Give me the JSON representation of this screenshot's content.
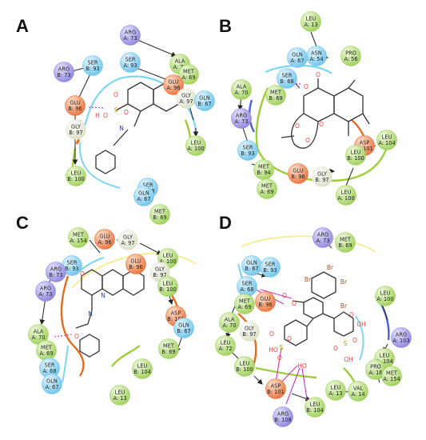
{
  "colors": {
    "acidic": "#e8743e",
    "basic": "#8e86dd",
    "polar": "#6ec4ec",
    "hydrophobic": "#9fd05a",
    "glycine": "#e7ebd6",
    "oxygen": "#ff3b3b",
    "nitrogen": "#2b3fc9",
    "bond": "#333333",
    "hbond": "#cc33cc",
    "pocket_cyan": "#7fd6f0",
    "pocket_green": "#9fcc3a",
    "pocket_orange": "#e86a1f",
    "pocket_blue": "#4a5de8"
  },
  "panels": [
    {
      "letter": "A",
      "residues": [
        {
          "name": "ARG",
          "num": "B: 73",
          "type": "basic"
        },
        {
          "name": "SER",
          "num": "B: 93",
          "type": "polar"
        },
        {
          "name": "GLU",
          "num": "B: 96",
          "type": "acidic"
        },
        {
          "name": "GLY",
          "num": "B: 97",
          "type": "glycine"
        },
        {
          "name": "LEU",
          "num": "B: 100",
          "type": "hydrophobic"
        },
        {
          "name": "ARG",
          "num": "A: 73",
          "type": "basic"
        },
        {
          "name": "SER",
          "num": "A: 93",
          "type": "polar"
        },
        {
          "name": "ALA",
          "num": "A: 70",
          "type": "hydrophobic"
        },
        {
          "name": "MET",
          "num": "A: 69",
          "type": "hydrophobic"
        },
        {
          "name": "GLU",
          "num": "A: 96",
          "type": "acidic"
        },
        {
          "name": "GLY",
          "num": "A: 97",
          "type": "glycine"
        },
        {
          "name": "GLN",
          "num": "B: 67",
          "type": "polar"
        },
        {
          "name": "LEU",
          "num": "A: 100",
          "type": "hydrophobic"
        },
        {
          "name": "MET",
          "num": "B: 69",
          "type": "hydrophobic"
        },
        {
          "name": "SER",
          "num": "B: 68",
          "type": "polar"
        },
        {
          "name": "GLN",
          "num": "A: 67",
          "type": "polar"
        }
      ]
    },
    {
      "letter": "B",
      "residues": [
        {
          "name": "LEU",
          "num": "A: 13",
          "type": "hydrophobic"
        },
        {
          "name": "ASN",
          "num": "A: 54",
          "type": "polar"
        },
        {
          "name": "GLN",
          "num": "A: 67",
          "type": "polar"
        },
        {
          "name": "PRO",
          "num": "A: 56",
          "type": "hydrophobic"
        },
        {
          "name": "SER",
          "num": "B: 68",
          "type": "polar"
        },
        {
          "name": "MET",
          "num": "B: 69",
          "type": "hydrophobic"
        },
        {
          "name": "ALA",
          "num": "A: 70",
          "type": "hydrophobic"
        },
        {
          "name": "ARG",
          "num": "A: 73",
          "type": "basic"
        },
        {
          "name": "SER",
          "num": "B: 93",
          "type": "polar"
        },
        {
          "name": "MET",
          "num": "B: 94",
          "type": "hydrophobic"
        },
        {
          "name": "MET",
          "num": "A: 69",
          "type": "hydrophobic"
        },
        {
          "name": "GLU",
          "num": "B: 96",
          "type": "acidic"
        },
        {
          "name": "GLY",
          "num": "B: 97",
          "type": "glycine"
        },
        {
          "name": "ASP",
          "num": "B: 101",
          "type": "acidic"
        },
        {
          "name": "LEU",
          "num": "A: 104",
          "type": "hydrophobic"
        },
        {
          "name": "LEU",
          "num": "B: 100",
          "type": "hydrophobic"
        },
        {
          "name": "LEU",
          "num": "A: 100",
          "type": "hydrophobic"
        }
      ]
    },
    {
      "letter": "C",
      "residues": [
        {
          "name": "MET",
          "num": "A: 154",
          "type": "hydrophobic"
        },
        {
          "name": "GLU",
          "num": "A: 96",
          "type": "acidic"
        },
        {
          "name": "GLY",
          "num": "A: 97",
          "type": "glycine"
        },
        {
          "name": "LEU",
          "num": "A: 100",
          "type": "hydrophobic"
        },
        {
          "name": "SER",
          "num": "B: 93",
          "type": "polar"
        },
        {
          "name": "GLU",
          "num": "B: 96",
          "type": "acidic"
        },
        {
          "name": "GLY",
          "num": "B: 97",
          "type": "glycine"
        },
        {
          "name": "ARG",
          "num": "B: 73",
          "type": "basic"
        },
        {
          "name": "ARG",
          "num": "A: 73",
          "type": "basic"
        },
        {
          "name": "LEU",
          "num": "B: 100",
          "type": "hydrophobic"
        },
        {
          "name": "ASP",
          "num": "B: 101",
          "type": "acidic"
        },
        {
          "name": "GLN",
          "num": "B: 67",
          "type": "polar"
        },
        {
          "name": "ALA",
          "num": "A: 70",
          "type": "hydrophobic"
        },
        {
          "name": "MET",
          "num": "A: 69",
          "type": "hydrophobic"
        },
        {
          "name": "MET",
          "num": "B: 69",
          "type": "hydrophobic"
        },
        {
          "name": "SER",
          "num": "A: 68",
          "type": "polar"
        },
        {
          "name": "GLN",
          "num": "A: 67",
          "type": "polar"
        },
        {
          "name": "LEU",
          "num": "B: 104",
          "type": "hydrophobic"
        },
        {
          "name": "LEU",
          "num": "A: 13",
          "type": "hydrophobic"
        }
      ]
    },
    {
      "letter": "D",
      "residues": [
        {
          "name": "ARG",
          "num": "A: 73",
          "type": "basic"
        },
        {
          "name": "MET",
          "num": "B: 69",
          "type": "hydrophobic"
        },
        {
          "name": "GLN",
          "num": "B: 67",
          "type": "polar"
        },
        {
          "name": "SER",
          "num": "B: 93",
          "type": "polar"
        },
        {
          "name": "SER",
          "num": "A: 68",
          "type": "polar"
        },
        {
          "name": "MET",
          "num": "A: 69",
          "type": "hydrophobic"
        },
        {
          "name": "GLU",
          "num": "B: 96",
          "type": "acidic"
        },
        {
          "name": "ALA",
          "num": "A: 70",
          "type": "hydrophobic"
        },
        {
          "name": "GLY",
          "num": "B: 97",
          "type": "glycine"
        },
        {
          "name": "LEU",
          "num": "A: 72",
          "type": "hydrophobic"
        },
        {
          "name": "LEU",
          "num": "B: 100",
          "type": "hydrophobic"
        },
        {
          "name": "ASP",
          "num": "B: 101",
          "type": "acidic"
        },
        {
          "name": "ARG",
          "num": "B: 108",
          "type": "basic"
        },
        {
          "name": "LEU",
          "num": "B: 104",
          "type": "hydrophobic"
        },
        {
          "name": "LEU",
          "num": "A: 100",
          "type": "hydrophobic"
        },
        {
          "name": "ARG",
          "num": "A: 103",
          "type": "basic"
        },
        {
          "name": "LEU",
          "num": "A: 104",
          "type": "hydrophobic"
        },
        {
          "name": "PRO",
          "num": "A: 16",
          "type": "hydrophobic"
        },
        {
          "name": "MET",
          "num": "A: 154",
          "type": "hydrophobic"
        },
        {
          "name": "LEU",
          "num": "A: 13",
          "type": "hydrophobic"
        },
        {
          "name": "VAL",
          "num": "A: 14",
          "type": "hydrophobic"
        }
      ]
    }
  ],
  "atoms": {
    "panelA": [
      "O",
      "S",
      "O",
      "O",
      "H",
      "N"
    ],
    "panelB": [
      "O",
      "O",
      "O",
      "O",
      "O"
    ],
    "panelC": [
      "O",
      "N",
      "N",
      "O"
    ],
    "panelD": [
      "Br",
      "Br",
      "Br",
      "Br",
      "O",
      "O",
      "O",
      "HO",
      "S",
      "O",
      "O",
      "HO",
      "O",
      "OH",
      "S",
      "OH",
      "O",
      "O"
    ]
  }
}
